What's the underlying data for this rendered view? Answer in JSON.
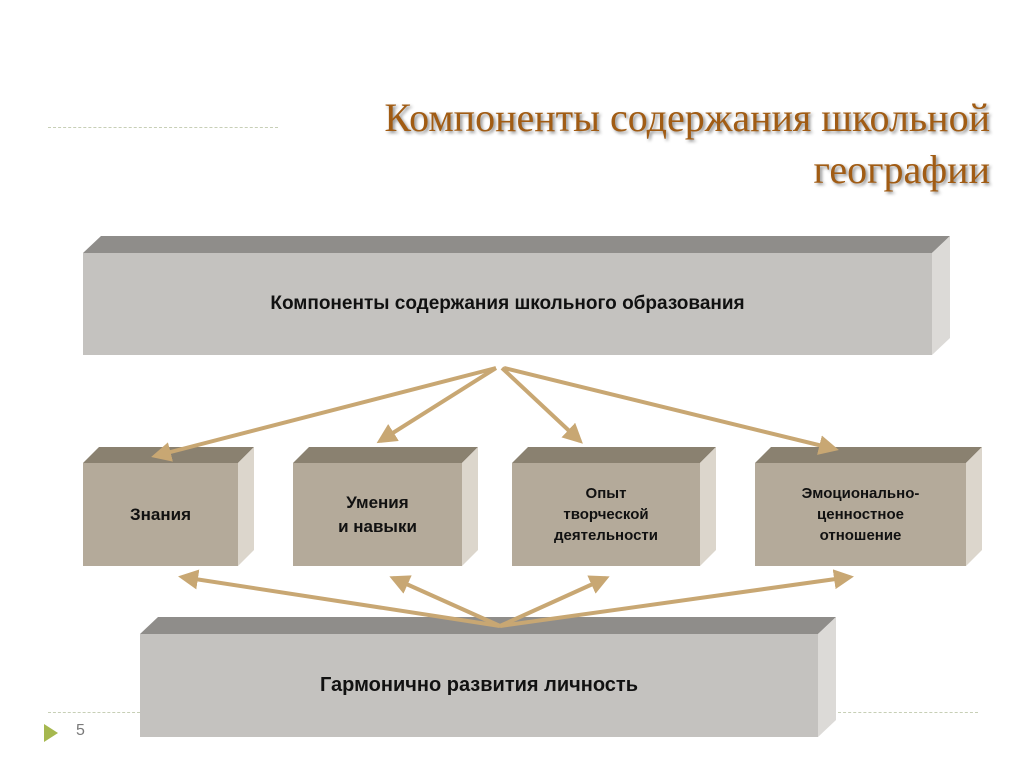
{
  "slide": {
    "title_lines": [
      "Компоненты содержания школьной",
      "географии"
    ],
    "top_box": "Компоненты содержания школьного образования",
    "components": [
      "Знания",
      "Умения\nи навыки",
      "Опыт\nтворческой\nдеятельности",
      "Эмоционально-\nценностное\nотношение"
    ],
    "bottom_box": "Гармонично развития личность",
    "page_number": "5",
    "colors": {
      "title": "#a15c14",
      "arrow": "#c8a773",
      "big_box": "#c4c2bf",
      "small_box": "#b4aa9a",
      "accent": "#a6b84f"
    }
  }
}
